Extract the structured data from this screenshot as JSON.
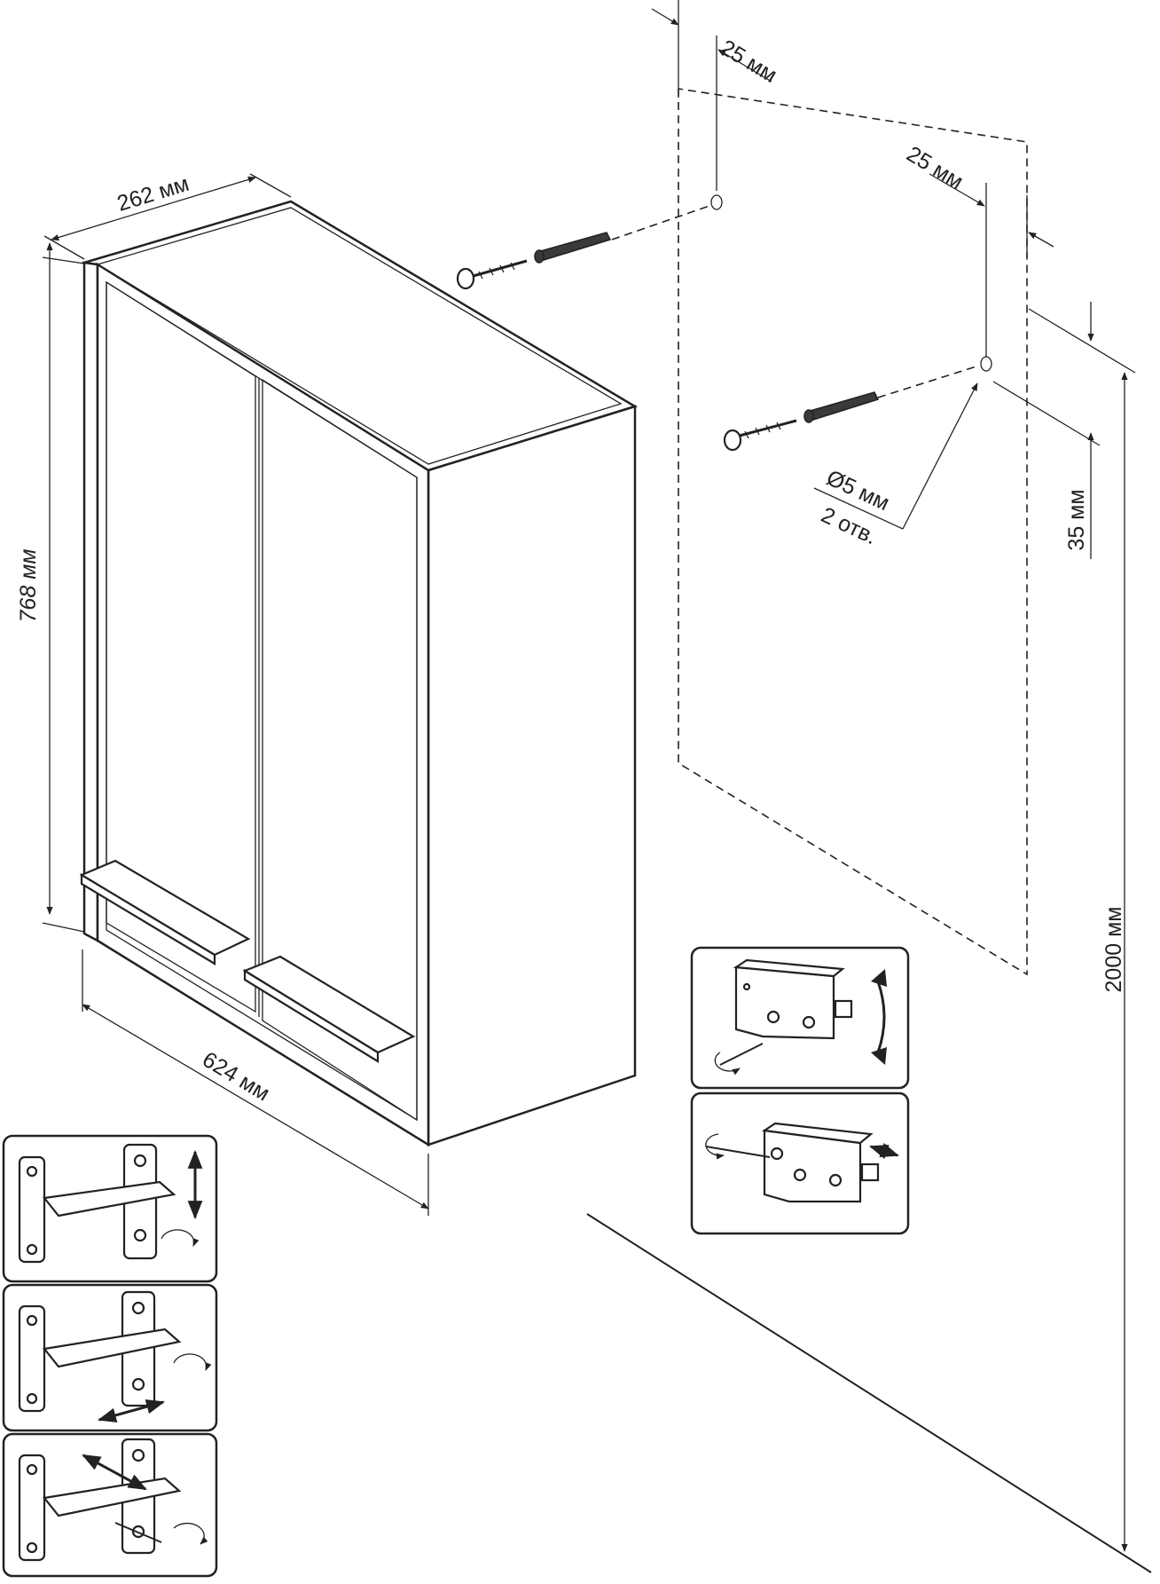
{
  "dimensions": {
    "depth": "262 мм",
    "height": "768 мм",
    "width": "624 мм",
    "hole_offset_top": "25 мм",
    "hole_offset_right": "25 мм",
    "hole_offset_vertical": "35 мм",
    "mount_height": "2000 мм",
    "hole_diameter": "Ø5 мм",
    "hole_count": "2 отв."
  }
}
